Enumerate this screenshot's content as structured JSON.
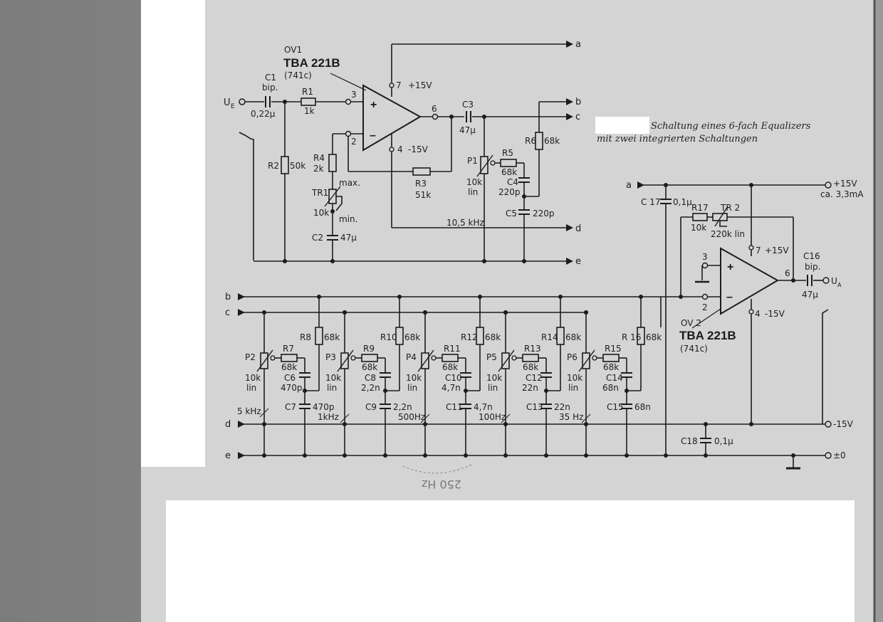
{
  "caption": {
    "line1": "Schaltung eines 6-fach Equalizers",
    "line2": "mit zwei integrierten Schaltungen"
  },
  "handwritten_note": "250 Hz",
  "ic1": {
    "ref": "OV1",
    "type": "TBA 221B",
    "equiv": "(741c)",
    "pin_noninv": "3",
    "pin_inv": "2",
    "pin_out": "6",
    "pin_vpos": "7",
    "pin_vneg": "4",
    "vpos": "+15V",
    "vneg": "-15V",
    "plus": "+",
    "minus": "–"
  },
  "ic2": {
    "ref": "OV 2",
    "type": "TBA 221B",
    "equiv": "(741c)",
    "pin_noninv": "3",
    "pin_inv": "2",
    "pin_out": "6",
    "pin_vpos": "7",
    "pin_vneg": "4",
    "vpos": "+15V",
    "vneg": "-15V"
  },
  "input": {
    "label": "U",
    "sub": "E"
  },
  "output": {
    "label": "U",
    "sub": "A"
  },
  "nets": {
    "a": "a",
    "b": "b",
    "c": "c",
    "d": "d",
    "e": "e"
  },
  "supply": {
    "vpos": "+15V",
    "current": "ca. 3,3mA",
    "vneg": "-15V",
    "gnd": "±0"
  },
  "components": {
    "C1": {
      "ref": "C1",
      "note": "bip.",
      "value": "0,22μ"
    },
    "R1": {
      "ref": "R1",
      "value": "1k"
    },
    "R2": {
      "ref": "R2",
      "value": "50k"
    },
    "R4": {
      "ref": "R4",
      "value": "2k"
    },
    "TR1": {
      "ref": "TR1",
      "value": "10k",
      "max": "max.",
      "min": "min."
    },
    "C2": {
      "ref": "C2",
      "value": "47μ"
    },
    "R3": {
      "ref": "R3",
      "value": "51k"
    },
    "C3": {
      "ref": "C3",
      "value": "47μ"
    },
    "R6": {
      "ref": "R6",
      "value": "68k"
    },
    "P1": {
      "ref": "P1",
      "value": "10k",
      "law": "lin"
    },
    "R5": {
      "ref": "R5",
      "value": "68k"
    },
    "C4": {
      "ref": "C4",
      "value": "220p"
    },
    "C5": {
      "ref": "C5",
      "value": "220p"
    },
    "freq1": "10,5 kHz",
    "C17": {
      "ref": "C 17",
      "value": "0,1μ"
    },
    "R17": {
      "ref": "R17",
      "value": "10k"
    },
    "TR2": {
      "ref": "TR 2",
      "value": "220k lin"
    },
    "C16": {
      "ref": "C16",
      "note": "bip.",
      "value": "47μ"
    },
    "C18": {
      "ref": "C18",
      "value": "0,1μ"
    }
  },
  "bands": [
    {
      "p": "P2",
      "pv": "10k",
      "pl": "lin",
      "rs": "R7",
      "rsv": "68k",
      "ca": "C6",
      "cav": "470p",
      "rb": "R8",
      "rbv": "68k",
      "cb": "C7",
      "cbv": "470p",
      "freq": "5 kHz"
    },
    {
      "p": "P3",
      "pv": "10k",
      "pl": "lin",
      "rs": "R9",
      "rsv": "68k",
      "ca": "C8",
      "cav": "2,2n",
      "rb": "R10",
      "rbv": "68k",
      "cb": "C9",
      "cbv": "2,2n",
      "freq": "1kHz"
    },
    {
      "p": "P4",
      "pv": "10k",
      "pl": "lin",
      "rs": "R11",
      "rsv": "68k",
      "ca": "C10",
      "cav": "4,7n",
      "rb": "R12",
      "rbv": "68k",
      "cb": "C11",
      "cbv": "4,7n",
      "freq": "500Hz"
    },
    {
      "p": "P5",
      "pv": "10k",
      "pl": "lin",
      "rs": "R13",
      "rsv": "68k",
      "ca": "C12",
      "cav": "22n",
      "rb": "R14",
      "rbv": "68k",
      "cb": "C13",
      "cbv": "22n",
      "freq": "100Hz"
    },
    {
      "p": "P6",
      "pv": "10k",
      "pl": "lin",
      "rs": "R15",
      "rsv": "68k",
      "ca": "C14",
      "cav": "68n",
      "rb": "R 16",
      "rbv": "68k",
      "cb": "C15",
      "cbv": "68n",
      "freq": "35 Hz"
    }
  ],
  "colors": {
    "paper": "#d4d4d4",
    "page_edge": "#8a8a8a",
    "ink": "#1c1c1c",
    "mask": "#ffffff"
  }
}
